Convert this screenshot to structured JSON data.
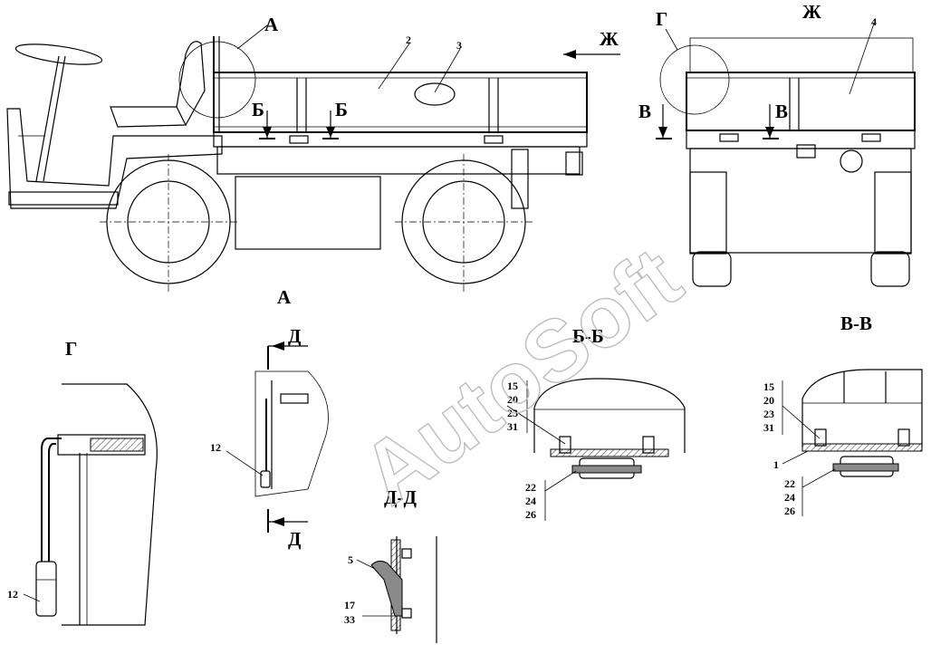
{
  "watermark": "AutoSoft",
  "views": {
    "side_detail_a": "А",
    "side_detail_g": "Г",
    "side_view_zh": "Ж",
    "section_b": "Б",
    "section_v": "В",
    "view_a_title": "А",
    "view_g_title": "Г",
    "section_bb_title": "Б-Б",
    "section_vv_title": "В-В",
    "section_dd_title": "Д-Д",
    "cut_d": "Д"
  },
  "callouts": {
    "p1": "1",
    "p2": "2",
    "p3": "3",
    "p4": "4",
    "p5": "5",
    "p12": "12",
    "p15": "15",
    "p17": "17",
    "p20": "20",
    "p22": "22",
    "p23": "23",
    "p24": "24",
    "p26": "26",
    "p31": "31",
    "p33": "33"
  }
}
